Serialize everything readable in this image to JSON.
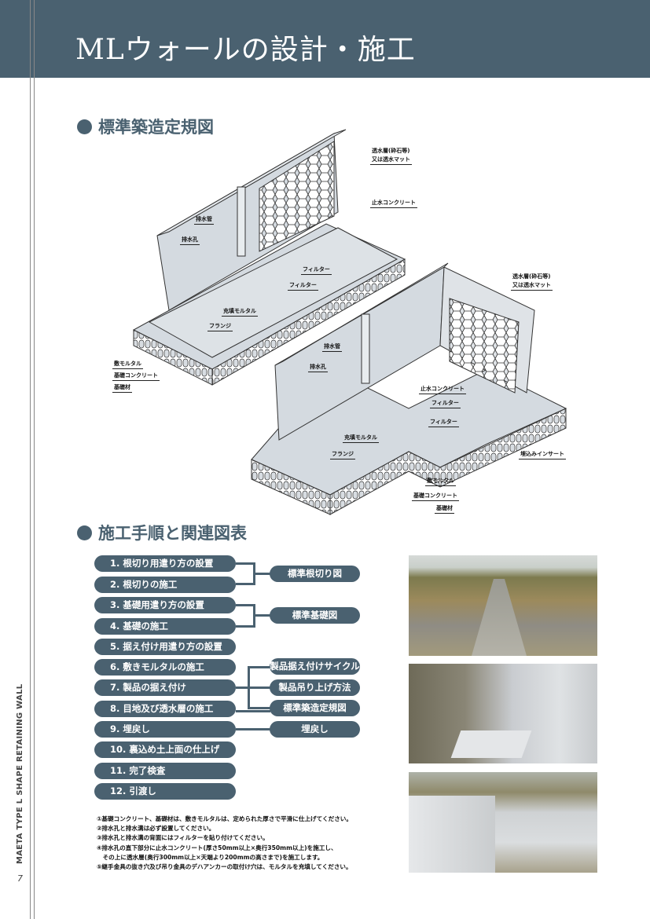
{
  "header": {
    "title": "MLウォールの設計・施工"
  },
  "sidebar": {
    "text": "MAETA TYPE L SHAPE RETAINING WALL",
    "page_number": "7"
  },
  "section1": {
    "title": "標準築造定規図",
    "diagram1": {
      "labels": [
        "透水層(砕石等)",
        "又は透水マット",
        "止水コンクリート",
        "排水管",
        "排水孔",
        "フィルター",
        "フィルター",
        "充填モルタル",
        "フランジ",
        "敷モルタル",
        "基礎コンクリート",
        "基礎材"
      ]
    },
    "diagram2": {
      "labels": [
        "透水層(砕石等)",
        "又は透水マット",
        "排水管",
        "排水孔",
        "止水コンクリート",
        "フィルター",
        "フィルター",
        "充填モルタル",
        "フランジ",
        "埋込みインサート",
        "敷モルタル",
        "基礎コンクリート",
        "基礎材"
      ]
    }
  },
  "section2": {
    "title": "施工手順と関連図表",
    "steps": [
      "1. 根切り用遣り方の設置",
      "2. 根切りの施工",
      "3. 基礎用遣り方の設置",
      "4. 基礎の施工",
      "5. 据え付け用遣り方の設置",
      "6. 敷きモルタルの施工",
      "7. 製品の据え付け",
      "8. 目地及び透水層の施工",
      "9. 埋戻し",
      "10. 裏込め土上面の仕上げ",
      "11. 完了検査",
      "12. 引渡し"
    ],
    "references": [
      "標準根切り図",
      "標準基礎図",
      "製品据え付けサイクル",
      "製品吊り上げ方法",
      "標準築造定規図",
      "埋戻し"
    ],
    "notes": [
      "①基礎コンクリート、基礎材は、敷きモルタルは、定められた厚さで平滑に仕上げてください。",
      "②排水孔と排水溝は必ず設置してください。",
      "③排水孔と排水溝の背面にはフィルターを貼り付けてください。",
      "④排水孔の直下部分に止水コンクリート(厚さ50mm以上×奥行350mm以上)を施工し、",
      "　その上に透水層(奥行300mm以上×天端より200mmの高さまで)を施工します。",
      "⑤継手金具の抜き穴及び吊り金具のデハアンカーの取付け穴は、モルタルを充填してください。"
    ]
  },
  "colors": {
    "brand": "#4a6170",
    "concrete": "#d4dae0"
  }
}
